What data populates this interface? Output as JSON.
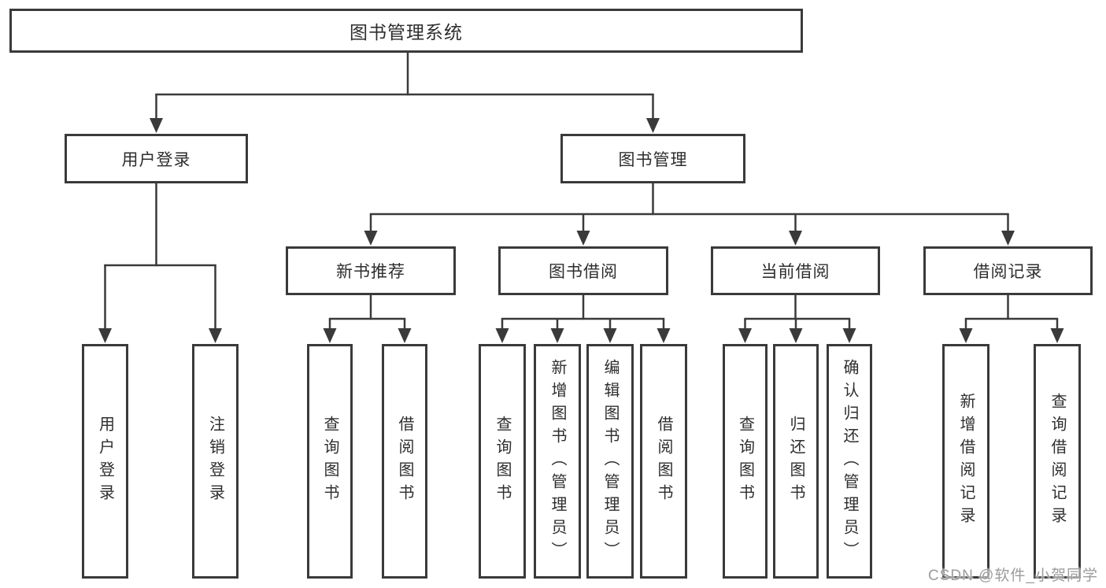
{
  "diagram_title": "图书管理系统",
  "colors": {
    "line": "#3a3a3a",
    "box_border": "#3a3a3a",
    "text": "#2e2e2e",
    "watermark": "#9c9c9c",
    "background": "#ffffff"
  },
  "tree": {
    "root": {
      "label": "图书管理系统"
    },
    "level2": [
      {
        "label": "用户登录"
      },
      {
        "label": "图书管理"
      }
    ],
    "level3": [
      {
        "label": "新书推荐"
      },
      {
        "label": "图书借阅"
      },
      {
        "label": "当前借阅"
      },
      {
        "label": "借阅记录"
      }
    ],
    "leaves": {
      "user_login": [
        "用户登录",
        "注销登录"
      ],
      "new_book_recommend": [
        "查询图书",
        "借阅图书"
      ],
      "book_borrow": [
        "查询图书",
        "新增图书（管理员）",
        "编辑图书（管理员）",
        "借阅图书"
      ],
      "current_borrow": [
        "查询图书",
        "归还图书",
        "确认归还（管理员）"
      ],
      "borrow_records": [
        "新增借阅记录",
        "查询借阅记录"
      ]
    }
  },
  "watermark": "CSDN @软件_小贺同学"
}
